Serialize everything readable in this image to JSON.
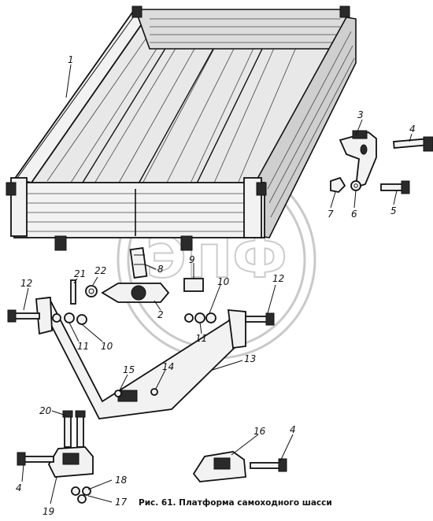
{
  "figure": {
    "caption": "Рис. 61. Платформа самоходного шасси",
    "watermark_text": "ЭПФ"
  },
  "callouts": [
    "1",
    "2",
    "3",
    "4",
    "5",
    "6",
    "7",
    "8",
    "9",
    "10",
    "10",
    "11",
    "11",
    "12",
    "12",
    "13",
    "14",
    "15",
    "16",
    "4",
    "17",
    "18",
    "19",
    "20",
    "21",
    "22",
    "4"
  ]
}
